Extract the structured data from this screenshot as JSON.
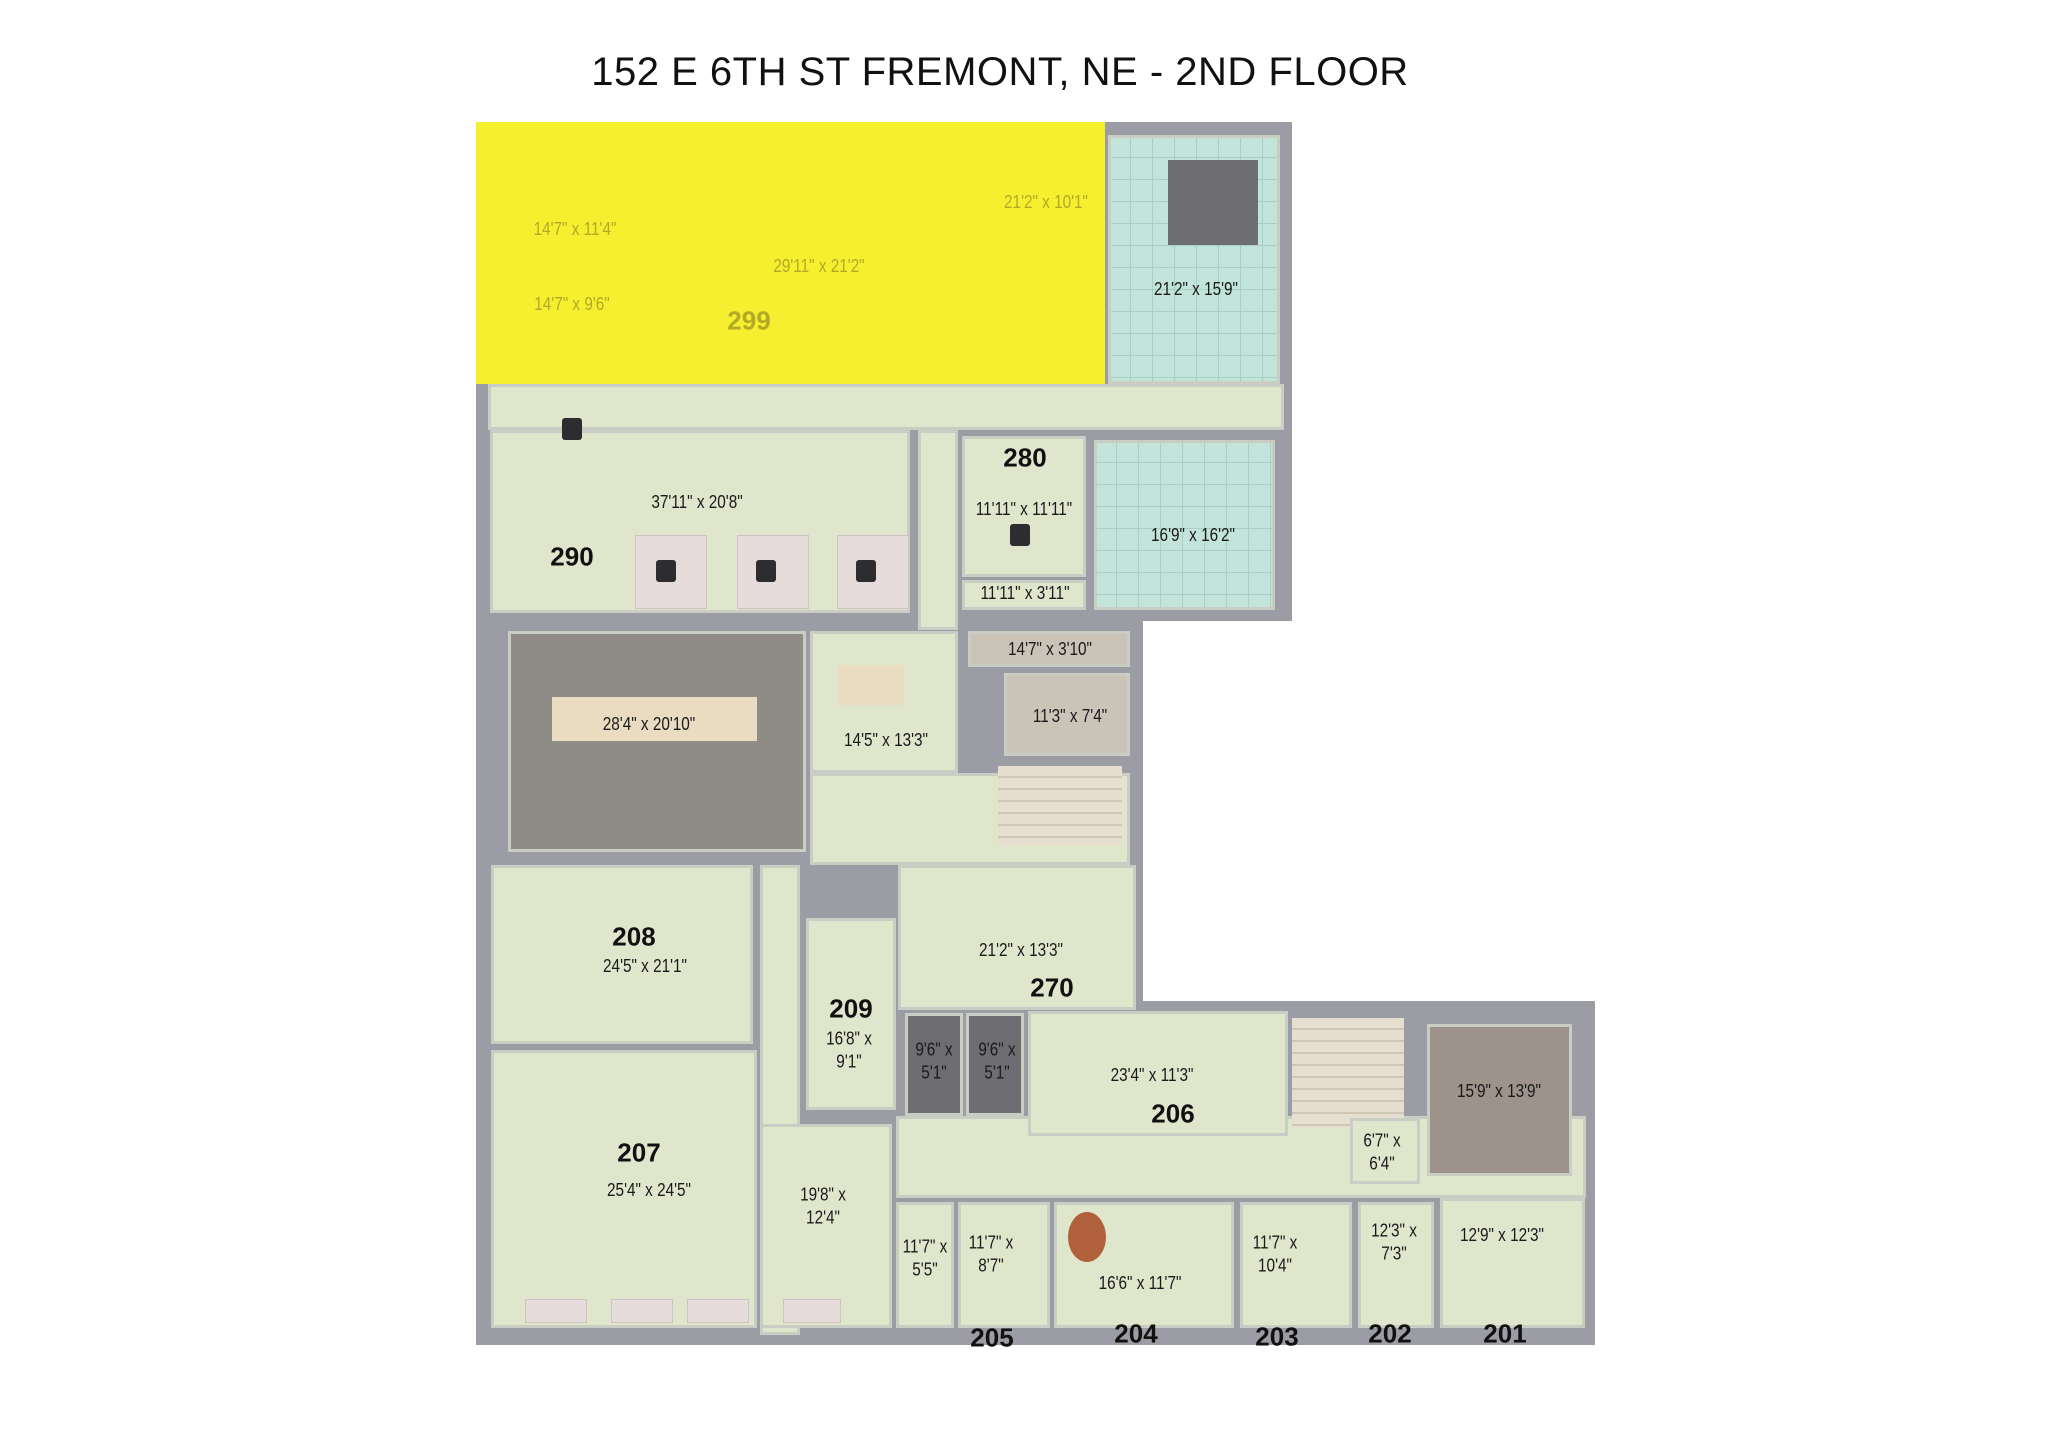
{
  "title": "152 E 6TH ST FREMONT, NE - 2ND FLOOR",
  "highlight_color": "#f6ef2f",
  "rooms": {
    "r299": {
      "number": "299",
      "dims": [
        "14'7\" x 11'4\"",
        "14'7\" x 9'6\"",
        "29'11\" x 21'2\"",
        "21'2\" x 10'1\""
      ]
    },
    "teal_top": {
      "dims": "21'2\" x 15'9\""
    },
    "r280": {
      "number": "280",
      "dims": "11'11\" x 11'11\"",
      "closet": "11'11\" x 3'11\""
    },
    "r290": {
      "number": "290",
      "dims": "37'11\" x 20'8\""
    },
    "teal_mid": {
      "dims": "16'9\" x 16'2\""
    },
    "hall_a": {
      "dims": "14'7\" x 3'10\""
    },
    "conference": {
      "dims": "28'4\" x 20'10\""
    },
    "break": {
      "dims": "14'5\" x 13'3\""
    },
    "small_a": {
      "dims": "11'3\" x 7'4\""
    },
    "r208": {
      "number": "208",
      "dims": "24'5\" x 21'1\""
    },
    "r270": {
      "number": "270",
      "dims": "21'2\" x 13'3\""
    },
    "r209": {
      "number": "209",
      "dims": "16'8\" x\n9'1\""
    },
    "bath_1": {
      "dims": "9'6\" x\n5'1\""
    },
    "bath_2": {
      "dims": "9'6\" x\n5'1\""
    },
    "r206": {
      "number": "206",
      "dims": "23'4\" x 11'3\""
    },
    "storage": {
      "dims": "15'9\" x 13'9\""
    },
    "closet_b": {
      "dims": "6'7\" x\n6'4\""
    },
    "r207": {
      "number": "207",
      "dims": "25'4\" x 24'5\""
    },
    "hall_b": {
      "dims": "19'8\" x\n12'4\""
    },
    "r205": {
      "number": "205",
      "dims_a": "11'7\" x\n5'5\"",
      "dims_b": "11'7\" x\n8'7\""
    },
    "r204": {
      "number": "204",
      "dims": "16'6\" x 11'7\""
    },
    "r203": {
      "number": "203",
      "dims": "11'7\" x\n10'4\""
    },
    "r202": {
      "number": "202",
      "dims": "12'3\" x\n7'3\""
    },
    "r201": {
      "number": "201",
      "dims": "12'9\" x 12'3\""
    }
  }
}
